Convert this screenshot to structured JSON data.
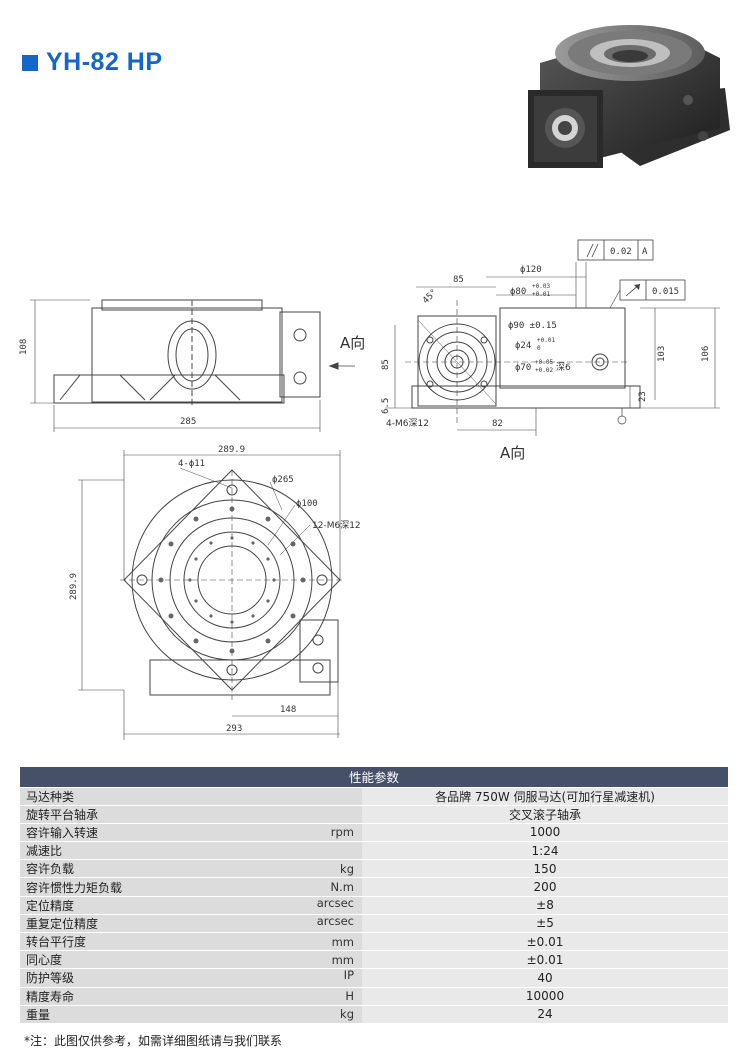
{
  "header": {
    "title": "YH-82 HP"
  },
  "drawings": {
    "side": {
      "height": "108",
      "width": "285",
      "direction": "A向"
    },
    "front": {
      "parallel_tol": "0.02",
      "datum": "A",
      "runout_tol": "0.015",
      "d120": "ϕ120",
      "d80": "ϕ80",
      "d80_tol_hi": "+0.03",
      "d80_tol_lo": "+0.01",
      "offset85": "85",
      "angle": "45°",
      "d90": "ϕ90 ±0.15",
      "d24": "ϕ24",
      "d24_tol_hi": "+0.01",
      "d24_tol_lo": "0",
      "d70": "ϕ70",
      "d70_tol_hi": "+0.05",
      "d70_tol_lo": "+0.02",
      "d70_depth": "深6",
      "h85": "85",
      "h103": "103",
      "h106": "106",
      "h23": "23",
      "h6_5": "6.5",
      "holes": "4-M6深12",
      "w82": "82",
      "view": "A向"
    },
    "top": {
      "width_top": "289.9",
      "height_left": "289.9",
      "holes": "4-ϕ11",
      "d265": "ϕ265",
      "d100": "ϕ100",
      "taps": "12-M6深12",
      "w148": "148",
      "w293": "293"
    }
  },
  "spec": {
    "title": "性能参数",
    "rows": [
      {
        "label": "马达种类",
        "unit": "",
        "value": "各品牌 750W 伺服马达(可加行星减速机)"
      },
      {
        "label": "旋转平台轴承",
        "unit": "",
        "value": "交叉滚子轴承"
      },
      {
        "label": "容许输入转速",
        "unit": "rpm",
        "value": "1000"
      },
      {
        "label": "减速比",
        "unit": "",
        "value": "1:24"
      },
      {
        "label": "容许负载",
        "unit": "kg",
        "value": "150"
      },
      {
        "label": "容许惯性力矩负载",
        "unit": "N.m",
        "value": "200"
      },
      {
        "label": "定位精度",
        "unit": "arcsec",
        "value": "±8"
      },
      {
        "label": "重复定位精度",
        "unit": "arcsec",
        "value": "±5"
      },
      {
        "label": "转台平行度",
        "unit": "mm",
        "value": "±0.01"
      },
      {
        "label": "同心度",
        "unit": "mm",
        "value": "±0.01"
      },
      {
        "label": "防护等级",
        "unit": "IP",
        "value": "40"
      },
      {
        "label": "精度寿命",
        "unit": "H",
        "value": "10000"
      },
      {
        "label": "重量",
        "unit": "kg",
        "value": "24"
      }
    ]
  },
  "note": "*注：此图仅供参考，如需详细图纸请与我们联系"
}
